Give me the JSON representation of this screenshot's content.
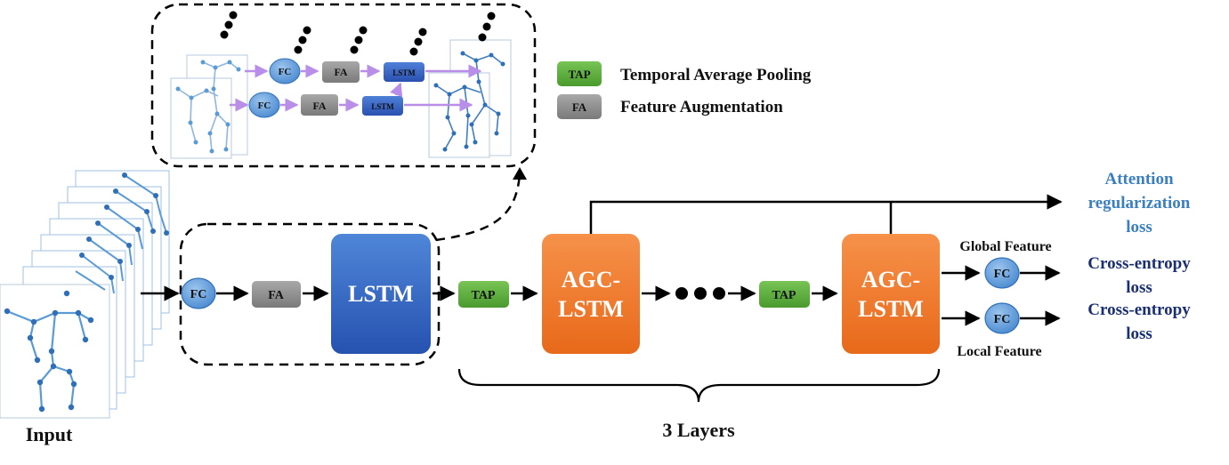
{
  "input_label": "Input",
  "fc_label": "FC",
  "fa_label": "FA",
  "lstm_label": "LSTM",
  "tap_label": "TAP",
  "agc_line1": "AGC-",
  "agc_line2": "LSTM",
  "layers_label": "3 Layers",
  "global_feature": "Global Feature",
  "local_feature": "Local Feature",
  "attention_loss": [
    "Attention",
    "regularization",
    "loss"
  ],
  "cross_entropy_loss": [
    "Cross-entropy",
    "loss"
  ],
  "legend": {
    "tap_desc": "Temporal Average Pooling",
    "fa_desc": "Feature Augmentation"
  },
  "colors": {
    "tap_green": "#5cae3c",
    "fa_gray": "#8c8c8c",
    "lstm_blue": "#2f63c0",
    "agc_orange": "#f07a2c",
    "fc_circle": "#6aa3dd",
    "skeleton_blue": "#5b9bd5",
    "attention_text": "#3a7fbf",
    "loss_text": "#1a2f73",
    "inset_arrow": "#b98ee8"
  }
}
